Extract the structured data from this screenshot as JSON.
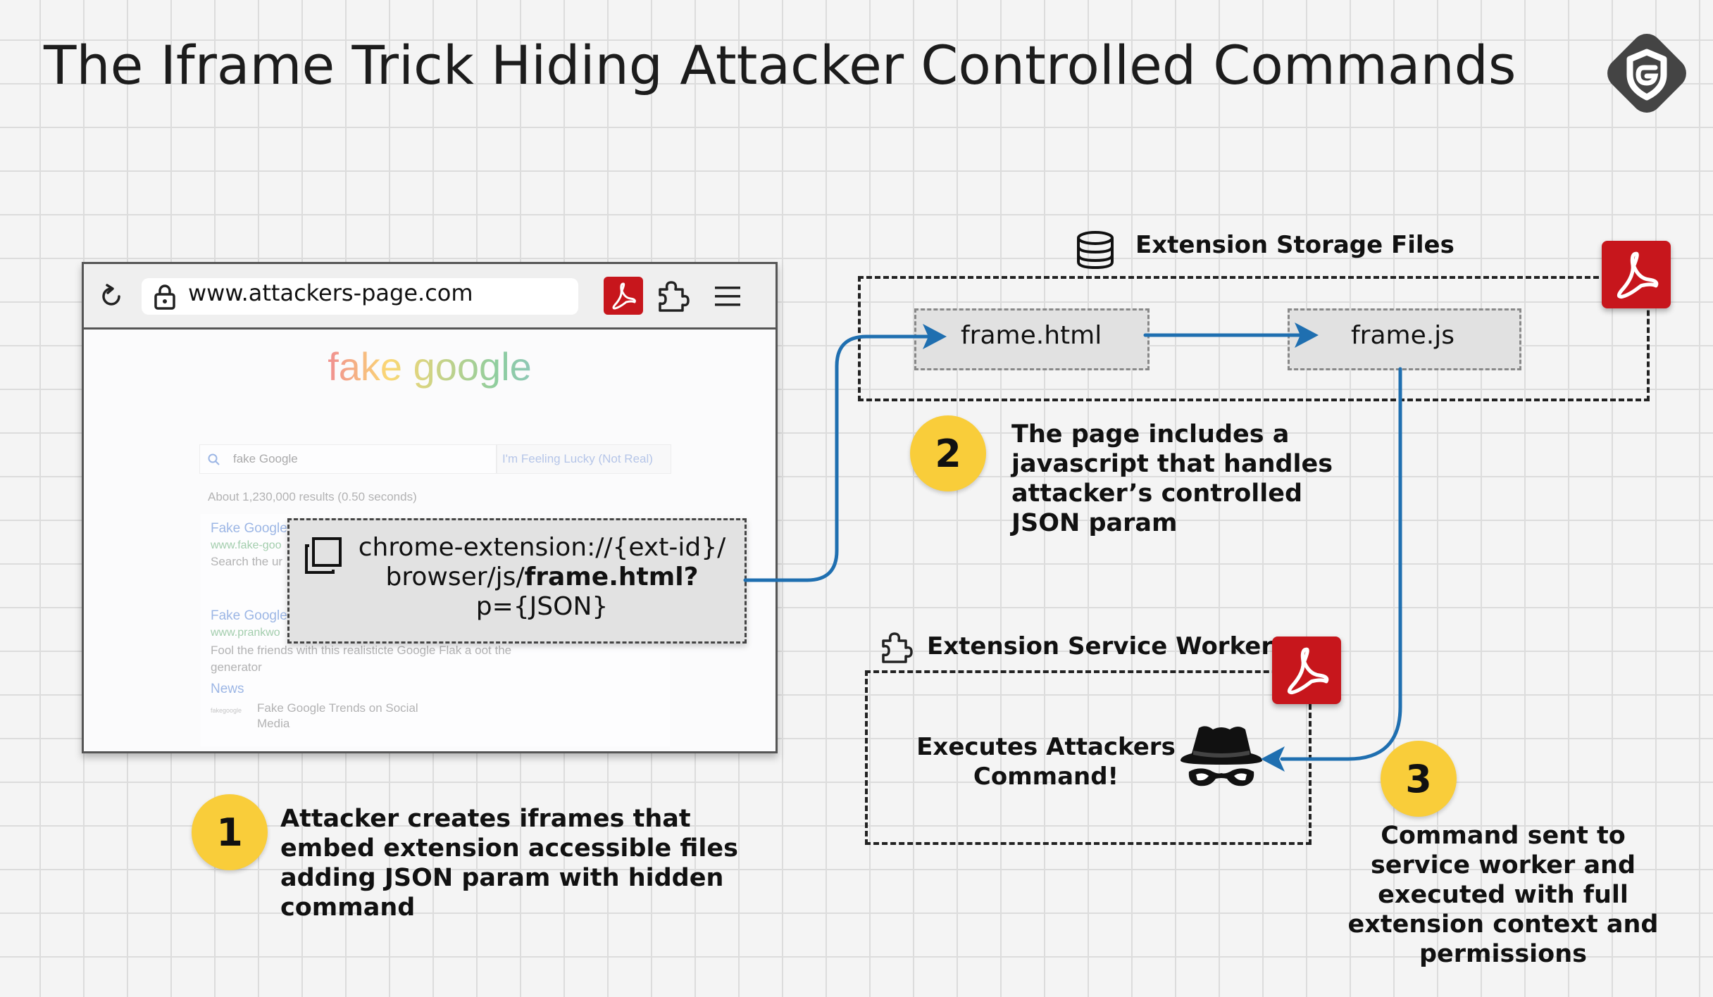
{
  "title": "The Iframe Trick Hiding Attacker Controlled Commands",
  "browser": {
    "url": "www.attackers-page.com",
    "page_logo": "fake google",
    "search_query": "fake Google",
    "lucky_button": "I'm Feeling Lucky (Not Real)",
    "results_stats": "About 1,230,000 results (0.50 seconds)",
    "results": [
      {
        "title": "Fake Google",
        "url": "www.fake-goo",
        "snippet": "Search the ur"
      },
      {
        "title": "Fake Google",
        "url": "www.prankwo",
        "snippet": "Fool the friends with this realisticte Google Flak a oot the"
      }
    ],
    "snippet_continuation": "generator",
    "news_label": "News",
    "news_thumb": "fakegoogle",
    "news_item_line1": "Fake Google Trends on Social",
    "news_item_line2": "Media"
  },
  "iframe_tooltip": {
    "line1": "chrome-extension://{ext-id}/",
    "line2_prefix": "browser/js/",
    "line2_bold": "frame.html",
    "line2_suffix": "?",
    "line3": "p={JSON}"
  },
  "storage": {
    "label": "Extension Storage Files",
    "file1": "frame.html",
    "file2": "frame.js"
  },
  "service_worker": {
    "label": "Extension Service Worker",
    "command_line1": "Executes Attackers",
    "command_line2": "Command!"
  },
  "steps": [
    {
      "number": "1",
      "lines": [
        "Attacker creates iframes that",
        "embed extension accessible files",
        "adding JSON param with hidden",
        "command"
      ]
    },
    {
      "number": "2",
      "lines": [
        "The page includes a",
        "javascript that handles",
        "attacker’s controlled",
        "JSON param"
      ]
    },
    {
      "number": "3",
      "lines": [
        "Command sent to",
        "service worker and",
        "executed with full",
        "extension context and",
        "permissions"
      ]
    }
  ],
  "colors": {
    "arrow": "#1f6fb0",
    "pdf_red": "#c7161c",
    "step_yellow": "#f9cd3a"
  },
  "icons": [
    "reload-icon",
    "lock-icon",
    "pdf-icon",
    "puzzle-icon",
    "menu-icon",
    "copy-icon",
    "database-icon",
    "hacker-icon",
    "brand-logo"
  ]
}
